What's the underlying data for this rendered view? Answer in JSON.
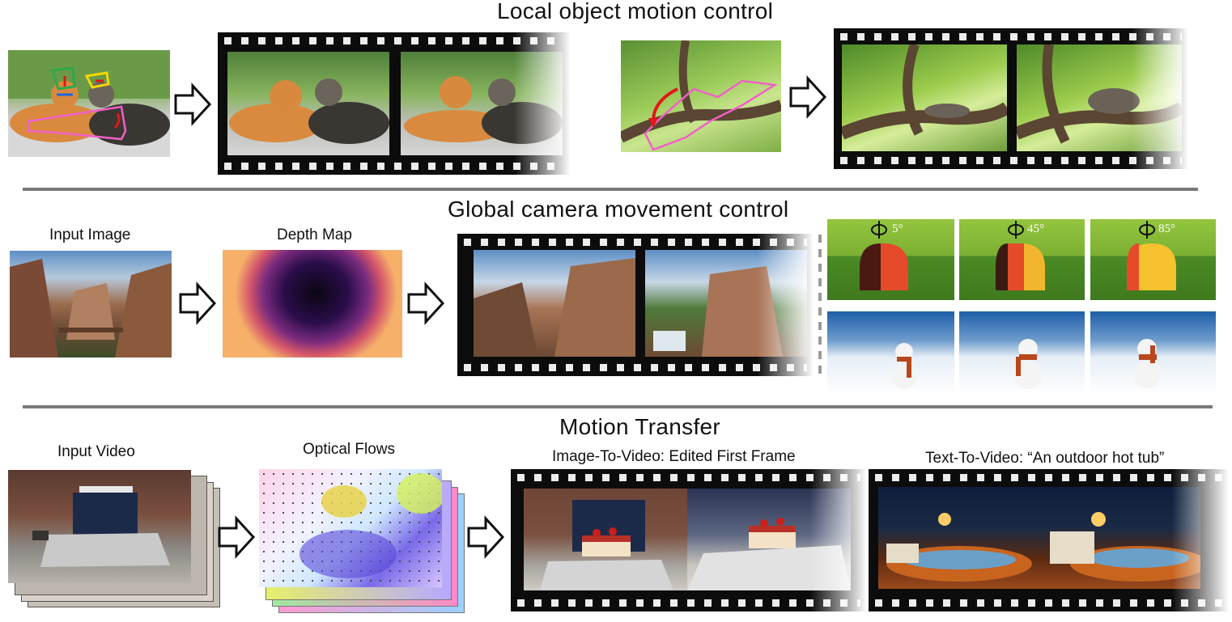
{
  "sections": {
    "local": {
      "title": "Local object motion control"
    },
    "global": {
      "title": "Global camera movement control",
      "input_label": "Input Image",
      "depth_label": "Depth Map"
    },
    "transfer": {
      "title": "Motion Transfer",
      "input_label": "Input Video",
      "flow_label": "Optical Flows",
      "i2v_label": "Image-To-Video: Edited First Frame",
      "t2v_label": "Text-To-Video: “An outdoor hot tub”"
    }
  },
  "rotation_angles": [
    "5°",
    "45°",
    "85°"
  ],
  "icons": {
    "arrow": "hollow-right-arrow-icon",
    "rotate": "rotate-axis-icon"
  },
  "colors": {
    "divider": "#7a7a7a",
    "film": "#0c0c0c",
    "drag_red": "#e01818",
    "outline_pink": "#f060c8",
    "outline_green": "#2ea84a",
    "outline_yellow": "#f5d800",
    "outline_blue": "#1e66e0"
  }
}
